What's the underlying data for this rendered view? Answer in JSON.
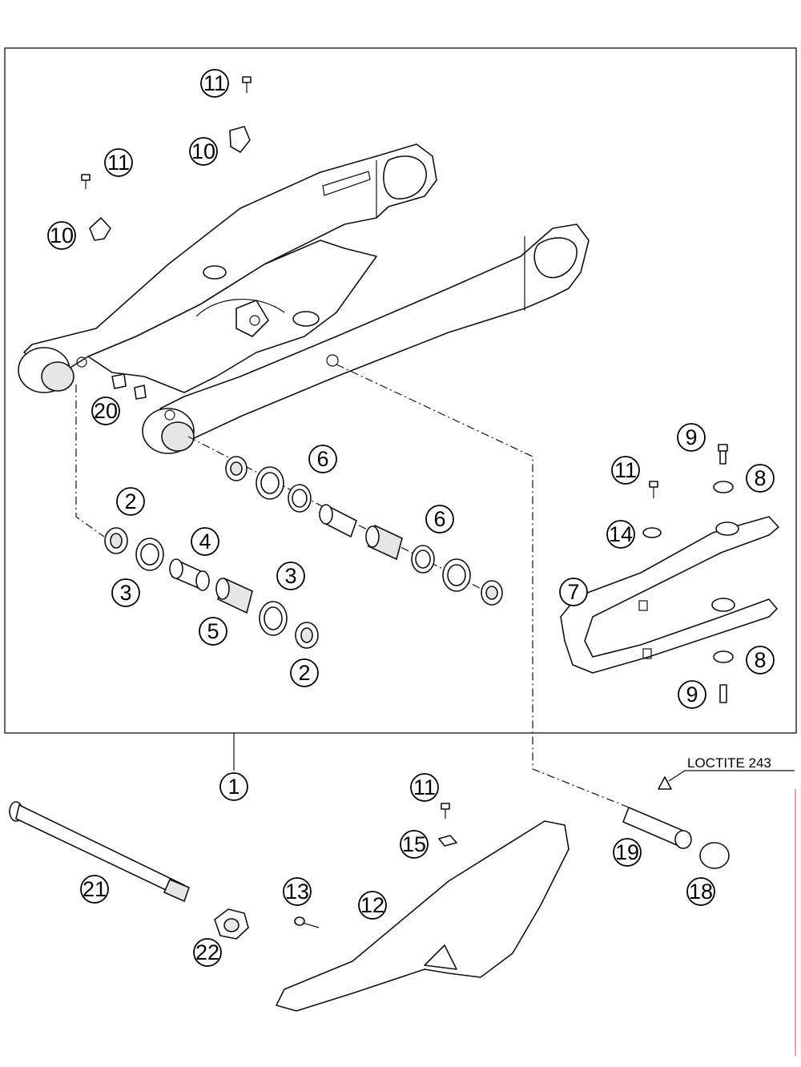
{
  "callouts": {
    "c1": "1",
    "c2a": "2",
    "c2b": "2",
    "c3a": "3",
    "c3b": "3",
    "c4": "4",
    "c5": "5",
    "c6a": "6",
    "c6b": "6",
    "c7": "7",
    "c8a": "8",
    "c8b": "8",
    "c9a": "9",
    "c9b": "9",
    "c10a": "10",
    "c10b": "10",
    "c11a": "11",
    "c11b": "11",
    "c11c": "11",
    "c11d": "11",
    "c12": "12",
    "c13": "13",
    "c14": "14",
    "c15": "15",
    "c18": "18",
    "c19": "19",
    "c20": "20",
    "c21": "21",
    "c22": "22"
  },
  "notes": {
    "loctite": "LOCTITE 243"
  }
}
